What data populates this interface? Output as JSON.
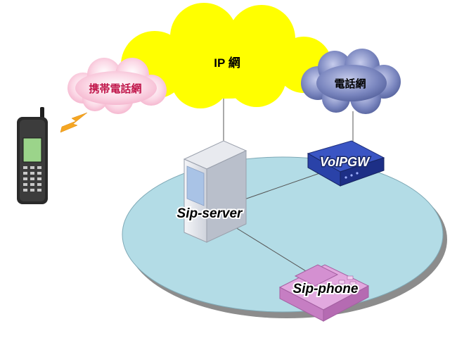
{
  "clouds": {
    "ip_network": "IP 網",
    "mobile_network": "携帯電話網",
    "phone_network": "電話網"
  },
  "devices": {
    "gateway": "VoIPGW",
    "server": "Sip-server",
    "phone": "Sip-phone"
  },
  "colors": {
    "ip_cloud": "#ffff00",
    "mobile_cloud": "#f9c7da",
    "phone_cloud": "#6a7ab0",
    "lan_disc": "#b3dce6",
    "gateway": "#2c44a8",
    "sip_phone": "#d99ad6"
  }
}
